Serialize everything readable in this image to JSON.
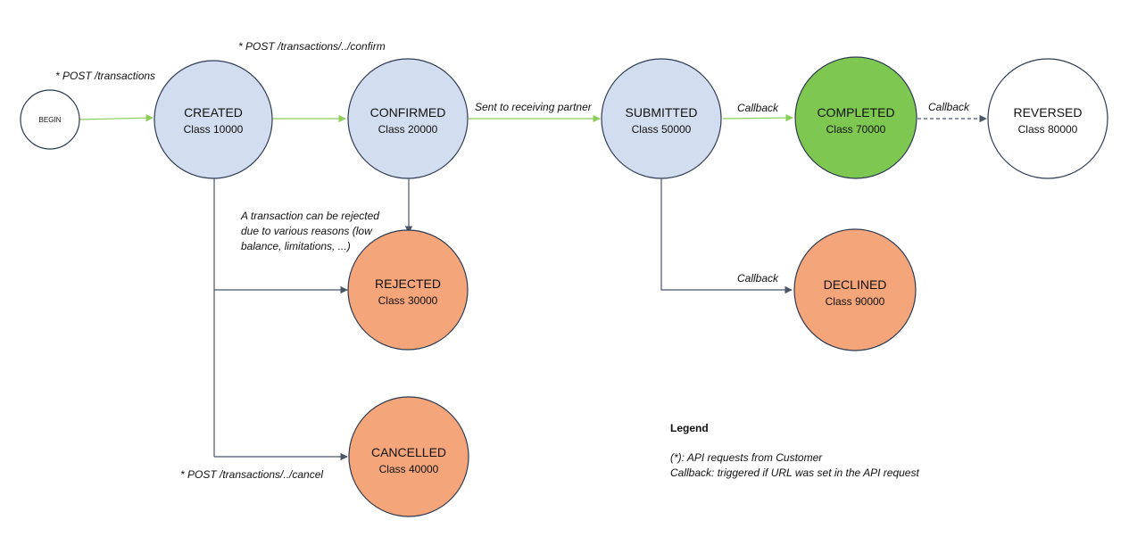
{
  "colors": {
    "pending_fill": "#d2ddef",
    "success_fill": "#7ec750",
    "failure_fill": "#f4a57a",
    "neutral_fill": "#ffffff",
    "stroke": "#2e3b52",
    "green_edge": "#8bce5a",
    "gray_edge": "#4a5568"
  },
  "begin": {
    "label": "BEGIN"
  },
  "states": {
    "created": {
      "name": "CREATED",
      "code": "Class 10000"
    },
    "confirmed": {
      "name": "CONFIRMED",
      "code": "Class 20000"
    },
    "submitted": {
      "name": "SUBMITTED",
      "code": "Class 50000"
    },
    "completed": {
      "name": "COMPLETED",
      "code": "Class 70000"
    },
    "reversed": {
      "name": "REVERSED",
      "code": "Class 80000"
    },
    "rejected": {
      "name": "REJECTED",
      "code": "Class 30000"
    },
    "declined": {
      "name": "DECLINED",
      "code": "Class 90000"
    },
    "cancelled": {
      "name": "CANCELLED",
      "code": "Class 40000"
    }
  },
  "edges": {
    "post_transactions": "* POST /transactions",
    "post_confirm": "* POST /transactions/../confirm",
    "sent_to_partner": "Sent to receiving partner",
    "callback_completed": "Callback",
    "callback_reversed": "Callback",
    "callback_declined": "Callback",
    "reject_note": [
      "A transaction can be rejected",
      "due to various reasons (low",
      "balance, limitations, ...)"
    ],
    "post_cancel": "* POST /transactions/../cancel"
  },
  "legend": {
    "title": "Legend",
    "lines": [
      "(*): API requests from Customer",
      "Callback: triggered if URL was set in the API request"
    ]
  }
}
